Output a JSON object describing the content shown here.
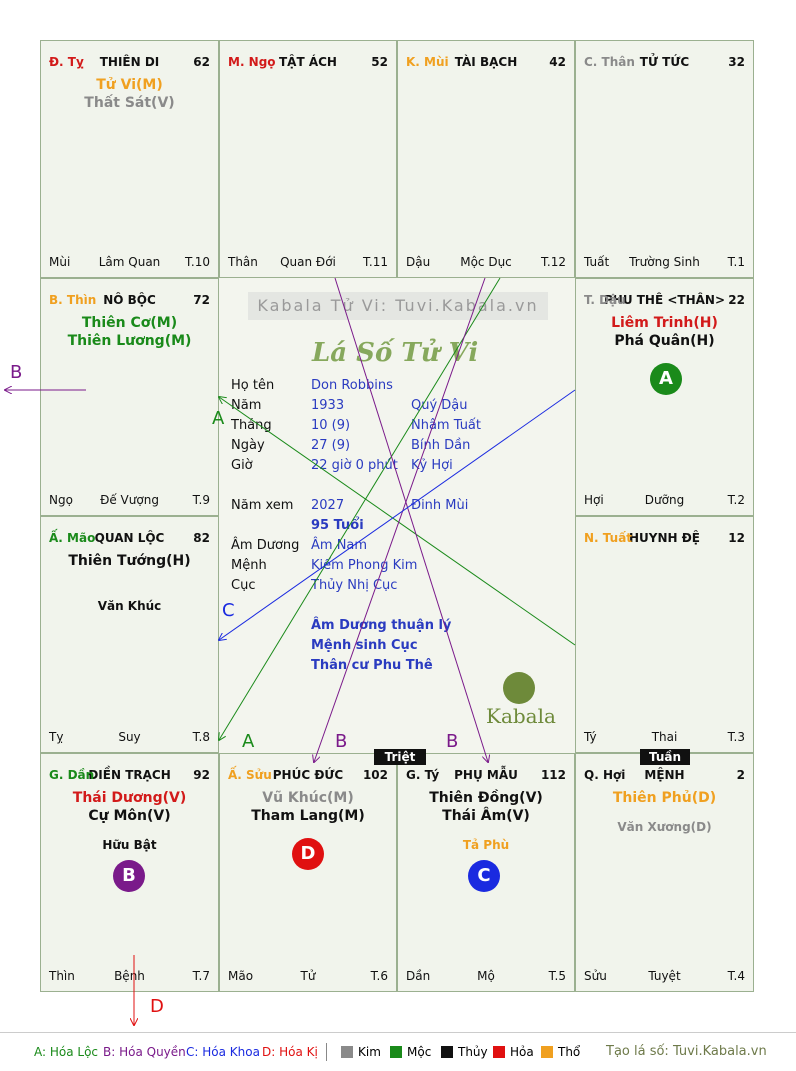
{
  "watermark": "Kabala Tử Vi: Tuvi.Kabala.vn",
  "script_title": "Lá Số Tử Vi",
  "logo_text": "Kabala",
  "cells": [
    {
      "id": "ty",
      "branch": "Đ. Tỵ",
      "branch_color": "#d21a1a",
      "palace": "THIÊN DI",
      "age": "62",
      "main_stars": [
        {
          "text": "Tử Vi(M)",
          "color": "#f0a020"
        },
        {
          "text": "Thất Sát(V)",
          "color": "#8a8a8a"
        }
      ],
      "sub_stars": [],
      "bottom_left": "Mùi",
      "bottom_center": "Lâm Quan",
      "bottom_right": "T.10"
    },
    {
      "id": "ngo",
      "branch": "M. Ngọ",
      "branch_color": "#d21a1a",
      "palace": "TẬT ÁCH",
      "age": "52",
      "main_stars": [],
      "sub_stars": [],
      "bottom_left": "Thân",
      "bottom_center": "Quan Đới",
      "bottom_right": "T.11"
    },
    {
      "id": "mui",
      "branch": "K. Mùi",
      "branch_color": "#f0a020",
      "palace": "TÀI BẠCH",
      "age": "42",
      "main_stars": [],
      "sub_stars": [],
      "bottom_left": "Dậu",
      "bottom_center": "Mộc Dục",
      "bottom_right": "T.12"
    },
    {
      "id": "than",
      "branch": "C. Thân",
      "branch_color": "#8a8a8a",
      "palace": "TỬ TỨC",
      "age": "32",
      "main_stars": [],
      "sub_stars": [],
      "bottom_left": "Tuất",
      "bottom_center": "Trường Sinh",
      "bottom_right": "T.1"
    },
    {
      "id": "thin",
      "branch": "B. Thìn",
      "branch_color": "#f0a020",
      "palace": "NÔ BỘC",
      "age": "72",
      "main_stars": [
        {
          "text": "Thiên Cơ(M)",
          "color": "#1a8a1a"
        },
        {
          "text": "Thiên Lương(M)",
          "color": "#1a8a1a"
        }
      ],
      "sub_stars": [],
      "bottom_left": "Ngọ",
      "bottom_center": "Đế Vượng",
      "bottom_right": "T.9"
    },
    {
      "id": "dau",
      "branch": "T. Dậu",
      "branch_color": "#8a8a8a",
      "palace": "PHU THÊ <THÂN>",
      "age": "22",
      "main_stars": [
        {
          "text": "Liêm Trinh(H)",
          "color": "#d21a1a"
        },
        {
          "text": "Phá Quân(H)",
          "color": "#111111"
        }
      ],
      "sub_stars": [],
      "bottom_left": "Hợi",
      "bottom_center": "Dưỡng",
      "bottom_right": "T.2"
    },
    {
      "id": "mao",
      "branch": "Ấ. Mão",
      "branch_color": "#1a8a1a",
      "palace": "QUAN LỘC",
      "age": "82",
      "main_stars": [
        {
          "text": "Thiên Tướng(H)",
          "color": "#111111"
        }
      ],
      "sub_stars": [
        {
          "text": "Văn Khúc",
          "color": "#111111"
        }
      ],
      "bottom_left": "Tỵ",
      "bottom_center": "Suy",
      "bottom_right": "T.8"
    },
    {
      "id": "tuat",
      "branch": "N. Tuất",
      "branch_color": "#f0a020",
      "palace": "HUYNH ĐỆ",
      "age": "12",
      "main_stars": [],
      "sub_stars": [],
      "bottom_left": "Tý",
      "bottom_center": "Thai",
      "bottom_right": "T.3"
    },
    {
      "id": "dan",
      "branch": "G. Dần",
      "branch_color": "#1a8a1a",
      "palace": "ĐIỀN TRẠCH",
      "age": "92",
      "main_stars": [
        {
          "text": "Thái Dương(V)",
          "color": "#d21a1a"
        },
        {
          "text": "Cự Môn(V)",
          "color": "#111111"
        }
      ],
      "sub_stars": [
        {
          "text": "Hữu Bật",
          "color": "#111111"
        }
      ],
      "bottom_left": "Thìn",
      "bottom_center": "Bệnh",
      "bottom_right": "T.7"
    },
    {
      "id": "suu",
      "branch": "Ấ. Sửu",
      "branch_color": "#f0a020",
      "palace": "PHÚC ĐỨC",
      "age": "102",
      "main_stars": [
        {
          "text": "Vũ Khúc(M)",
          "color": "#8a8a8a"
        },
        {
          "text": "Tham Lang(M)",
          "color": "#111111"
        }
      ],
      "sub_stars": [],
      "bottom_left": "Mão",
      "bottom_center": "Tử",
      "bottom_right": "T.6"
    },
    {
      "id": "tys",
      "branch": "G. Tý",
      "branch_color": "#111111",
      "palace": "PHỤ MẪU",
      "age": "112",
      "main_stars": [
        {
          "text": "Thiên Đồng(V)",
          "color": "#111111"
        },
        {
          "text": "Thái Âm(V)",
          "color": "#111111"
        }
      ],
      "sub_stars": [
        {
          "text": "Tả Phù",
          "color": "#f0a020"
        }
      ],
      "bottom_left": "Dần",
      "bottom_center": "Mộ",
      "bottom_right": "T.5"
    },
    {
      "id": "hoi",
      "branch": "Q. Hợi",
      "branch_color": "#111111",
      "palace": "MỆNH",
      "age": "2",
      "main_stars": [
        {
          "text": "Thiên Phủ(D)",
          "color": "#f0a020"
        }
      ],
      "sub_stars": [
        {
          "text": "Văn Xương(D)",
          "color": "#8a8a8a"
        }
      ],
      "bottom_left": "Sửu",
      "bottom_center": "Tuyệt",
      "bottom_right": "T.4"
    }
  ],
  "markers": [
    {
      "letter": "A",
      "color": "#1a8a1a",
      "cell": "dau"
    },
    {
      "letter": "B",
      "color": "#7a1a8a",
      "cell": "dan"
    },
    {
      "letter": "D",
      "color": "#e01010",
      "cell": "suu"
    },
    {
      "letter": "C",
      "color": "#1a2ae0",
      "cell": "tys"
    }
  ],
  "tags": {
    "triet": "Triệt",
    "tuan": "Tuần"
  },
  "edge_labels": [
    {
      "text": "B",
      "color": "#7a1a8a"
    },
    {
      "text": "A",
      "color": "#1a8a1a"
    },
    {
      "text": "C",
      "color": "#1a2ae0"
    },
    {
      "text": "A",
      "color": "#1a8a1a"
    },
    {
      "text": "B",
      "color": "#7a1a8a"
    },
    {
      "text": "B",
      "color": "#7a1a8a"
    },
    {
      "text": "D",
      "color": "#e01010"
    }
  ],
  "info": {
    "ho_ten_label": "Họ tên",
    "ho_ten": "Don Robbins",
    "nam_label": "Năm",
    "nam": "1933",
    "nam_can_chi": "Quý Dậu",
    "thang_label": "Tháng",
    "thang": "10  (9)",
    "thang_can_chi": "Nhâm Tuất",
    "ngay_label": "Ngày",
    "ngay": "27  (9)",
    "ngay_can_chi": "Bính Dần",
    "gio_label": "Giờ",
    "gio": "22 giờ 0 phút",
    "gio_can_chi": "Kỷ Hợi",
    "nam_xem_label": "Năm xem",
    "nam_xem": "2027",
    "nam_xem_can_chi": "Đinh Mùi",
    "tuoi": "95 Tuổi",
    "am_duong_label": "Âm Dương",
    "am_duong": "Âm Nam",
    "menh_label": "Mệnh",
    "menh": "Kiếm Phong Kim",
    "cuc_label": "Cục",
    "cuc": "Thủy Nhị Cục",
    "note1": "Âm Dương thuận lý",
    "note2": "Mệnh sinh Cục",
    "note3": "Thân cư Phu Thê"
  },
  "footer": {
    "legend_a": "A: Hóa Lộc",
    "legend_b": "B: Hóa Quyền",
    "legend_c": "C: Hóa Khoa",
    "legend_d": "D: Hóa Kị",
    "el_kim": "Kim",
    "el_moc": "Mộc",
    "el_thuy": "Thủy",
    "el_hoa": "Hỏa",
    "el_tho": "Thổ",
    "site": "Tạo lá số: Tuvi.Kabala.vn",
    "color_kim": "#8a8a8a",
    "color_moc": "#1a8a1a",
    "color_thuy": "#111111",
    "color_hoa": "#e01010",
    "color_tho": "#f0a020"
  }
}
